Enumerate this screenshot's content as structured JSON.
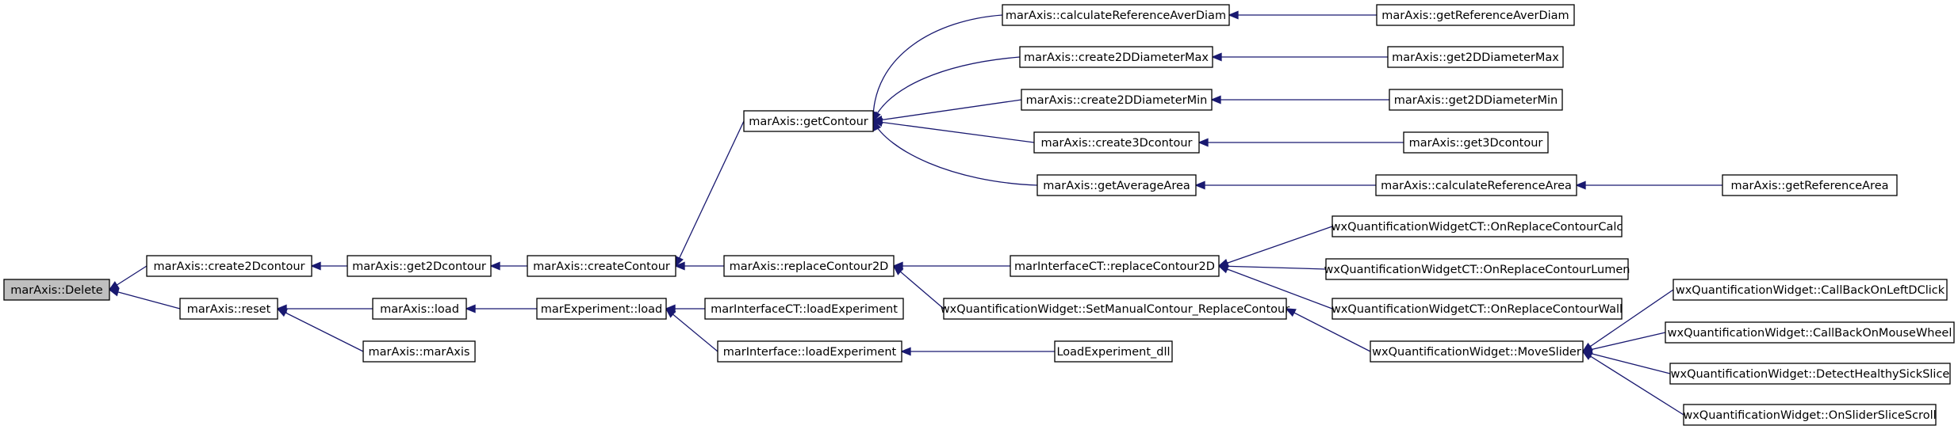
{
  "graph": {
    "nodes": [
      {
        "id": "n0",
        "label": "marAxis::Delete",
        "root": true
      },
      {
        "id": "n1",
        "label": "marAxis::create2Dcontour"
      },
      {
        "id": "n2",
        "label": "marAxis::reset"
      },
      {
        "id": "n3",
        "label": "marAxis::get2Dcontour"
      },
      {
        "id": "n4",
        "label": "marAxis::load"
      },
      {
        "id": "n5",
        "label": "marAxis::marAxis"
      },
      {
        "id": "n6",
        "label": "marAxis::createContour"
      },
      {
        "id": "n7",
        "label": "marExperiment::load"
      },
      {
        "id": "n8",
        "label": "marAxis::getContour"
      },
      {
        "id": "n9",
        "label": "marAxis::replaceContour2D"
      },
      {
        "id": "n10",
        "label": "marInterfaceCT::loadExperiment"
      },
      {
        "id": "n11",
        "label": "marInterface::loadExperiment"
      },
      {
        "id": "n12",
        "label": "marAxis::calculateReferenceAverDiam"
      },
      {
        "id": "n13",
        "label": "marAxis::create2DDiameterMax"
      },
      {
        "id": "n14",
        "label": "marAxis::create2DDiameterMin"
      },
      {
        "id": "n15",
        "label": "marAxis::create3Dcontour"
      },
      {
        "id": "n16",
        "label": "marAxis::getAverageArea"
      },
      {
        "id": "n17",
        "label": "marInterfaceCT::replaceContour2D"
      },
      {
        "id": "n18",
        "label": "wxQuantificationWidget::SetManualContour_ReplaceContour"
      },
      {
        "id": "n19",
        "label": "LoadExperiment_dll"
      },
      {
        "id": "n20",
        "label": "marAxis::getReferenceAverDiam"
      },
      {
        "id": "n21",
        "label": "marAxis::get2DDiameterMax"
      },
      {
        "id": "n22",
        "label": "marAxis::get2DDiameterMin"
      },
      {
        "id": "n23",
        "label": "marAxis::get3Dcontour"
      },
      {
        "id": "n24",
        "label": "marAxis::calculateReferenceArea"
      },
      {
        "id": "n25",
        "label": "wxQuantificationWidgetCT::OnReplaceContourCalc"
      },
      {
        "id": "n26",
        "label": "wxQuantificationWidgetCT::OnReplaceContourLumen"
      },
      {
        "id": "n27",
        "label": "wxQuantificationWidgetCT::OnReplaceContourWall"
      },
      {
        "id": "n28",
        "label": "wxQuantificationWidget::MoveSlider"
      },
      {
        "id": "n29",
        "label": "marAxis::getReferenceArea"
      },
      {
        "id": "n30",
        "label": "wxQuantificationWidget::CallBackOnLeftDClick"
      },
      {
        "id": "n31",
        "label": "wxQuantificationWidget::CallBackOnMouseWheel"
      },
      {
        "id": "n32",
        "label": "wxQuantificationWidget::DetectHealthySickSlice"
      },
      {
        "id": "n33",
        "label": "wxQuantificationWidget::OnSliderSliceScroll"
      }
    ],
    "edges": [
      {
        "from": "n1",
        "to": "n0"
      },
      {
        "from": "n2",
        "to": "n0"
      },
      {
        "from": "n3",
        "to": "n1"
      },
      {
        "from": "n4",
        "to": "n2"
      },
      {
        "from": "n5",
        "to": "n2"
      },
      {
        "from": "n6",
        "to": "n3"
      },
      {
        "from": "n7",
        "to": "n4"
      },
      {
        "from": "n8",
        "to": "n6"
      },
      {
        "from": "n9",
        "to": "n6"
      },
      {
        "from": "n10",
        "to": "n7"
      },
      {
        "from": "n11",
        "to": "n7"
      },
      {
        "from": "n12",
        "to": "n8"
      },
      {
        "from": "n13",
        "to": "n8"
      },
      {
        "from": "n14",
        "to": "n8"
      },
      {
        "from": "n15",
        "to": "n8"
      },
      {
        "from": "n16",
        "to": "n8"
      },
      {
        "from": "n17",
        "to": "n9"
      },
      {
        "from": "n18",
        "to": "n9"
      },
      {
        "from": "n19",
        "to": "n11"
      },
      {
        "from": "n20",
        "to": "n12"
      },
      {
        "from": "n21",
        "to": "n13"
      },
      {
        "from": "n22",
        "to": "n14"
      },
      {
        "from": "n23",
        "to": "n15"
      },
      {
        "from": "n24",
        "to": "n16"
      },
      {
        "from": "n25",
        "to": "n17"
      },
      {
        "from": "n26",
        "to": "n17"
      },
      {
        "from": "n27",
        "to": "n17"
      },
      {
        "from": "n28",
        "to": "n18"
      },
      {
        "from": "n29",
        "to": "n24"
      },
      {
        "from": "n30",
        "to": "n28"
      },
      {
        "from": "n31",
        "to": "n28"
      },
      {
        "from": "n32",
        "to": "n28"
      },
      {
        "from": "n33",
        "to": "n28"
      }
    ]
  }
}
